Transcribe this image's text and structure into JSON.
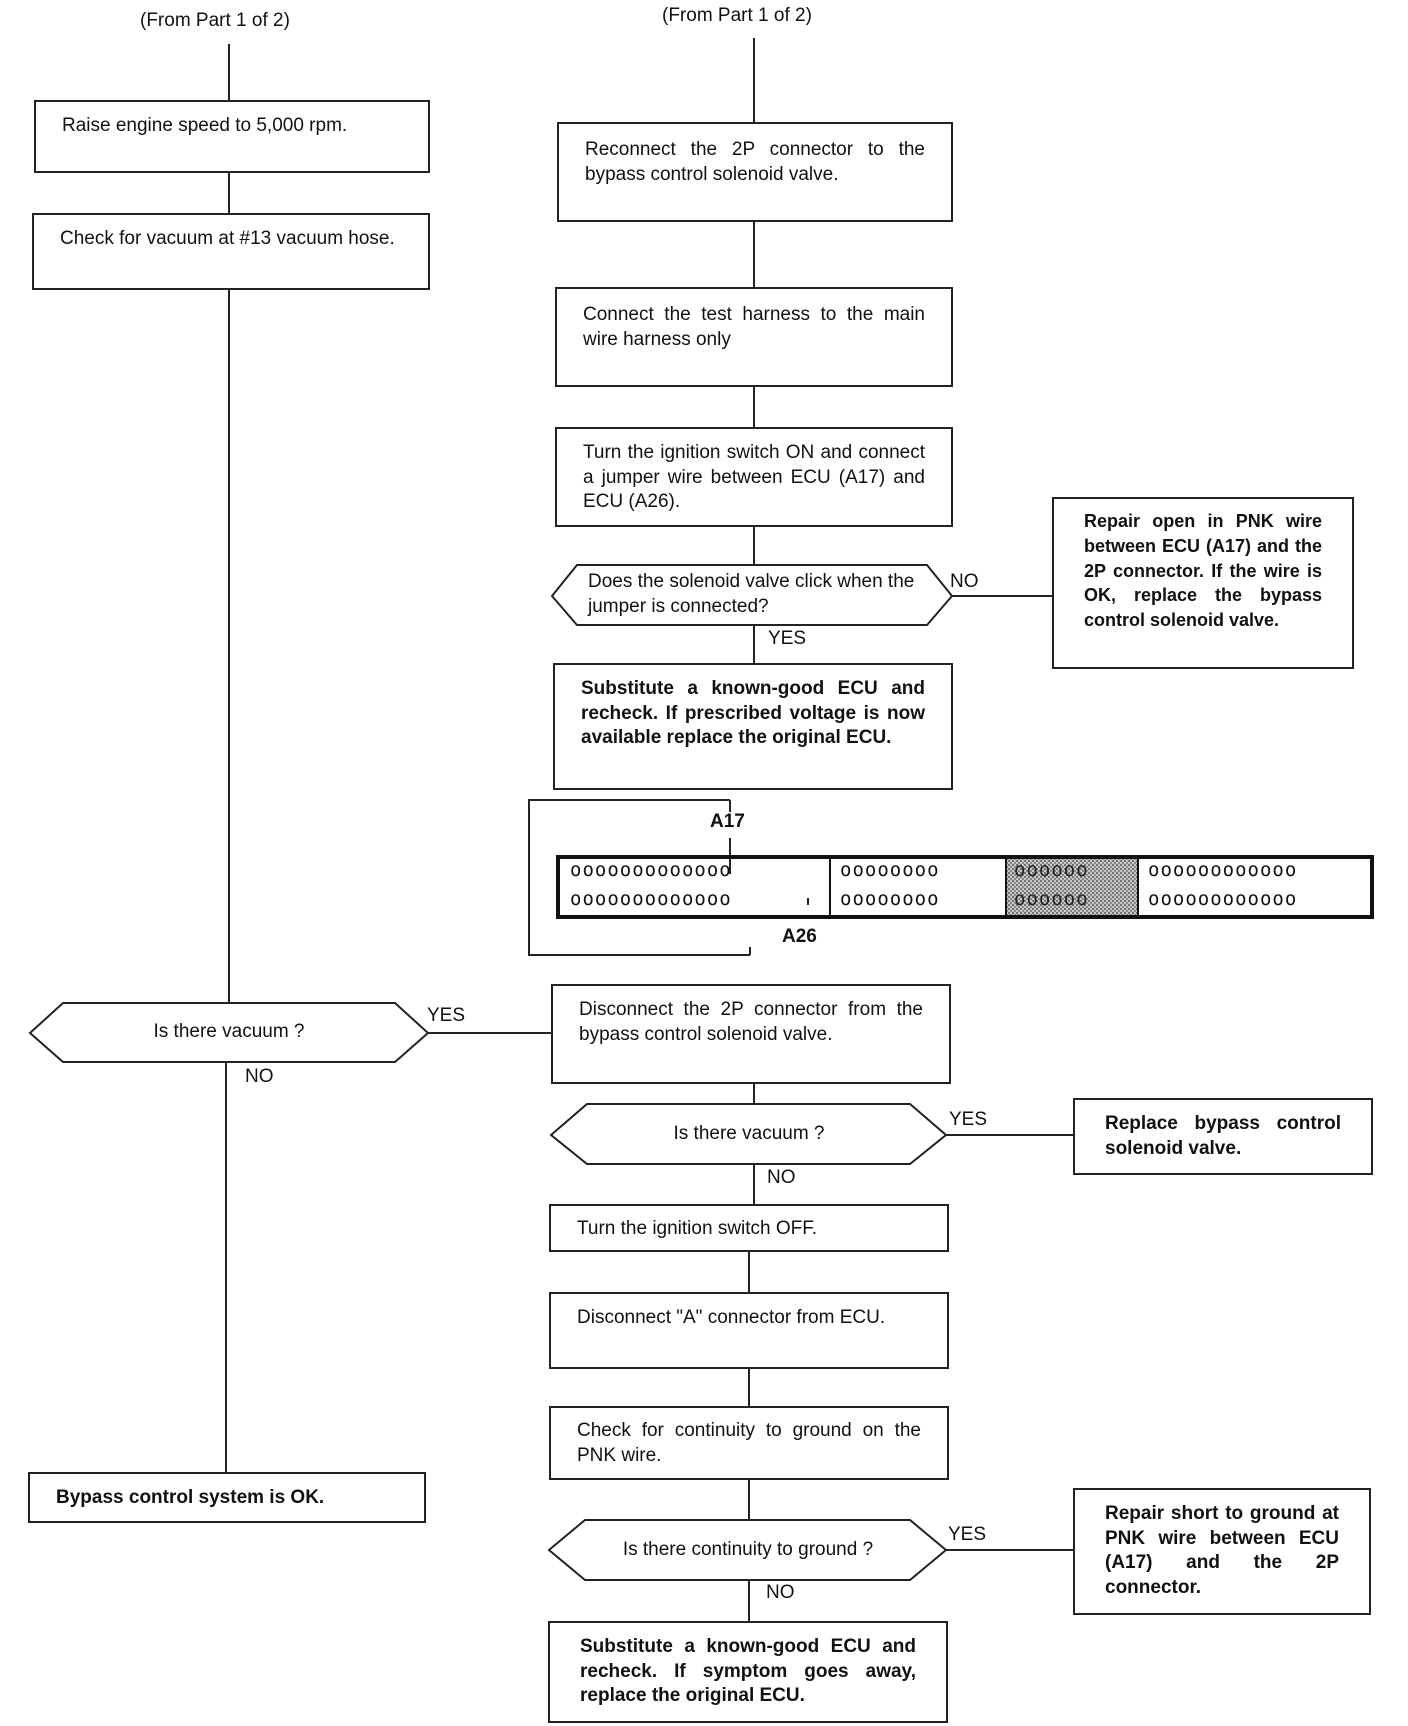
{
  "header": {
    "from_left": "(From Part 1 of 2)",
    "from_right": "(From Part 1 of 2)"
  },
  "left": {
    "raise_speed": "Raise engine speed to 5,000 rpm.",
    "check_vacuum_hose": "Check for vacuum at #13 vacuum hose.",
    "is_vacuum": "Is there vacuum ?",
    "ok": "Bypass control system is OK."
  },
  "right": {
    "reconnect_2p": "Reconnect the 2P connector to the bypass control solenoid valve.",
    "connect_harness": "Connect the test harness to the main wire harness only",
    "ignition_on_jumper": "Turn the ignition switch ON and connect a jumper wire between ECU (A17) and ECU (A26).",
    "solenoid_click": "Does the solenoid valve click when the jumper is connected?",
    "repair_open_pnk": "Repair open in PNK wire between ECU (A17) and the 2P connector. If the wire is OK, replace the bypass control solenoid valve.",
    "substitute_ecu_voltage": "Substitute a known-good ECU and recheck. If prescribed voltage is now available replace the original ECU.",
    "disconnect_2p": "Disconnect the 2P connector from the bypass control solenoid valve.",
    "is_vacuum_2": "Is there vacuum ?",
    "replace_solenoid": "Replace bypass control solenoid valve.",
    "ignition_off": "Turn the ignition switch OFF.",
    "disconnect_a": "Disconnect \"A\" connector from ECU.",
    "check_continuity": "Check for continuity to ground on the PNK wire.",
    "is_continuity": "Is there continuity to ground ?",
    "repair_short": "Repair short to ground at PNK wire between ECU (A17) and the 2P connector.",
    "substitute_ecu_symptom": "Substitute a known-good ECU and recheck. If symptom goes away, replace the original ECU."
  },
  "labels": {
    "yes": "YES",
    "no": "NO"
  },
  "connector": {
    "a17": "A17",
    "a26": "A26",
    "section1_top": "ooooooooooooo",
    "section1_bottom": "ooooooooooooo",
    "section2_top": "oooooooo",
    "section2_bottom": "oooooooo",
    "section3_top": "oooooo",
    "section3_bottom": "oooooo",
    "section4_top": "oooooooooooo",
    "section4_bottom": "oooooooooooo"
  }
}
